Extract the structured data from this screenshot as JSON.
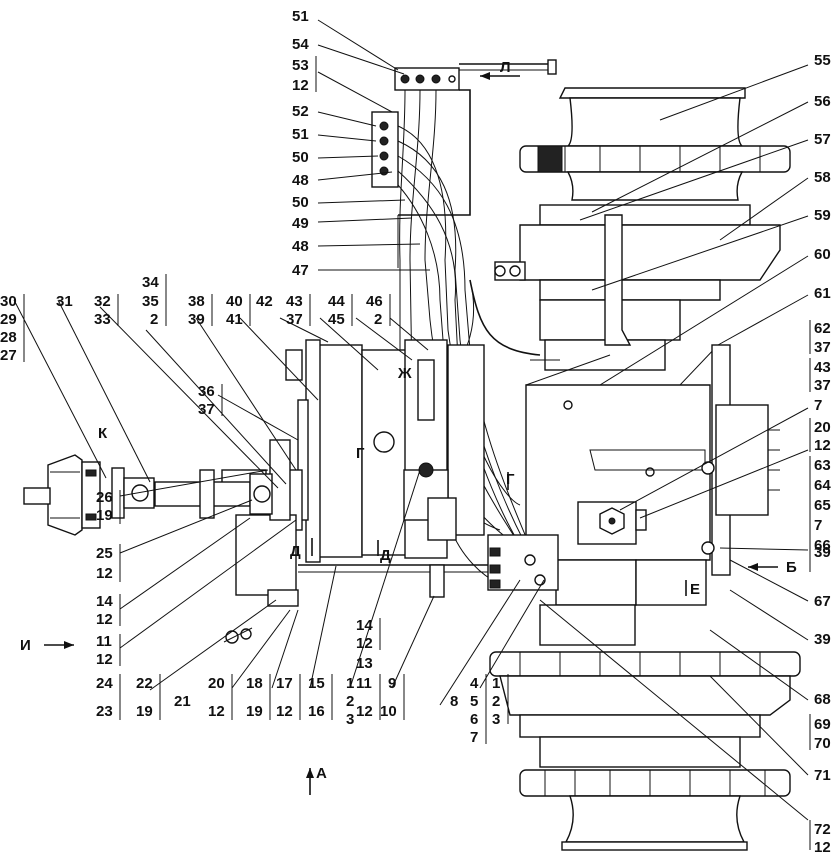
{
  "labels": {
    "l51a": "51",
    "l54": "54",
    "l53": "53",
    "l12a": "12",
    "l52": "52",
    "l51b": "51",
    "l50a": "50",
    "l48a": "48",
    "l50b": "50",
    "l49": "49",
    "l48b": "48",
    "l47": "47",
    "l55": "55",
    "l56": "56",
    "l57": "57",
    "l58": "58",
    "l59": "59",
    "l60": "60",
    "l61": "61",
    "l62": "62",
    "l37a": "37",
    "l43r": "43",
    "l37b": "37",
    "l7a": "7",
    "l20r": "20",
    "l12r": "12",
    "l63": "63",
    "l64": "64",
    "l65": "65",
    "l7b": "7",
    "l66": "66",
    "l39a": "39",
    "lB": "Б",
    "l67": "67",
    "l39b": "39",
    "l68": "68",
    "l69": "69",
    "l70": "70",
    "l71": "71",
    "l72": "72",
    "l12z": "12",
    "l30": "30",
    "l29": "29",
    "l28": "28",
    "l27": "27",
    "l31": "31",
    "l32": "32",
    "l33": "33",
    "l34": "34",
    "l35": "35",
    "l2a": "2",
    "l38": "38",
    "l39c": "39",
    "l40": "40",
    "l41": "41",
    "l42": "42",
    "l43": "43",
    "l37c": "37",
    "l44": "44",
    "l45": "45",
    "l46": "46",
    "l2b": "2",
    "l36": "36",
    "l37d": "37",
    "lK": "К",
    "lZh": "Ж",
    "lG1": "Г",
    "lG2": "Г",
    "lD1": "Д",
    "lD2": "Д",
    "lE": "Е",
    "lL": "Л",
    "l26": "26",
    "l19a": "19",
    "l25": "25",
    "l12b": "12",
    "l14a": "14",
    "l12c": "12",
    "l11a": "11",
    "l12d": "12",
    "l24": "24",
    "l23": "23",
    "lI": "И",
    "l22": "22",
    "l19b": "19",
    "l21": "21",
    "l20": "20",
    "l12e": "12",
    "l18": "18",
    "l19c": "19",
    "l17": "17",
    "l12f": "12",
    "l15": "15",
    "l16": "16",
    "l1a": "1",
    "l2c": "2",
    "l3a": "3",
    "l14b": "14",
    "l12g": "12",
    "l13": "13",
    "l11b": "11",
    "l12h": "12",
    "l9": "9",
    "l10": "10",
    "lA": "А",
    "l8": "8",
    "l4": "4",
    "l5": "5",
    "l6": "6",
    "l7c": "7",
    "l1b": "1",
    "l2d": "2",
    "l3b": "3"
  }
}
